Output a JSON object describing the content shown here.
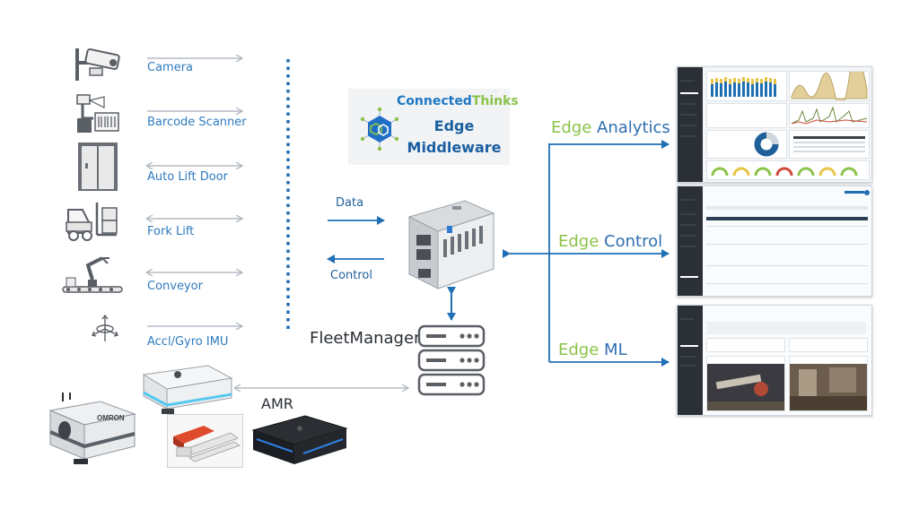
{
  "devices": [
    {
      "label": "Camera",
      "icon": "security-camera-icon"
    },
    {
      "label": "Barcode Scanner",
      "icon": "barcode-scanner-icon"
    },
    {
      "label": "Auto Lift Door",
      "icon": "lift-door-icon"
    },
    {
      "label": "Fork Lift",
      "icon": "forklift-icon"
    },
    {
      "label": "Conveyor",
      "icon": "robot-arm-conveyor-icon"
    },
    {
      "label": "Accl/Gyro IMU",
      "icon": "imu-axes-icon"
    }
  ],
  "middleware": {
    "brand_part1": "Connected",
    "brand_part2": "Thinks",
    "line1": "Edge",
    "line2": "Middleware"
  },
  "flow": {
    "data_label": "Data",
    "control_label": "Control"
  },
  "fleet_manager": {
    "label": "FleetManager"
  },
  "amr": {
    "label": "AMR",
    "logo_text": "OMRON"
  },
  "outputs": [
    {
      "edge": "Edge",
      "rest": " Analytics"
    },
    {
      "edge": "Edge",
      "rest": " Control"
    },
    {
      "edge": "Edge",
      "rest": " ML"
    }
  ],
  "colors": {
    "arrow_blue": "#1f6fb5",
    "edge_green": "#8bc34a",
    "label_blue": "#2f7bbf",
    "gray_arrow": "#b5bcc3"
  }
}
